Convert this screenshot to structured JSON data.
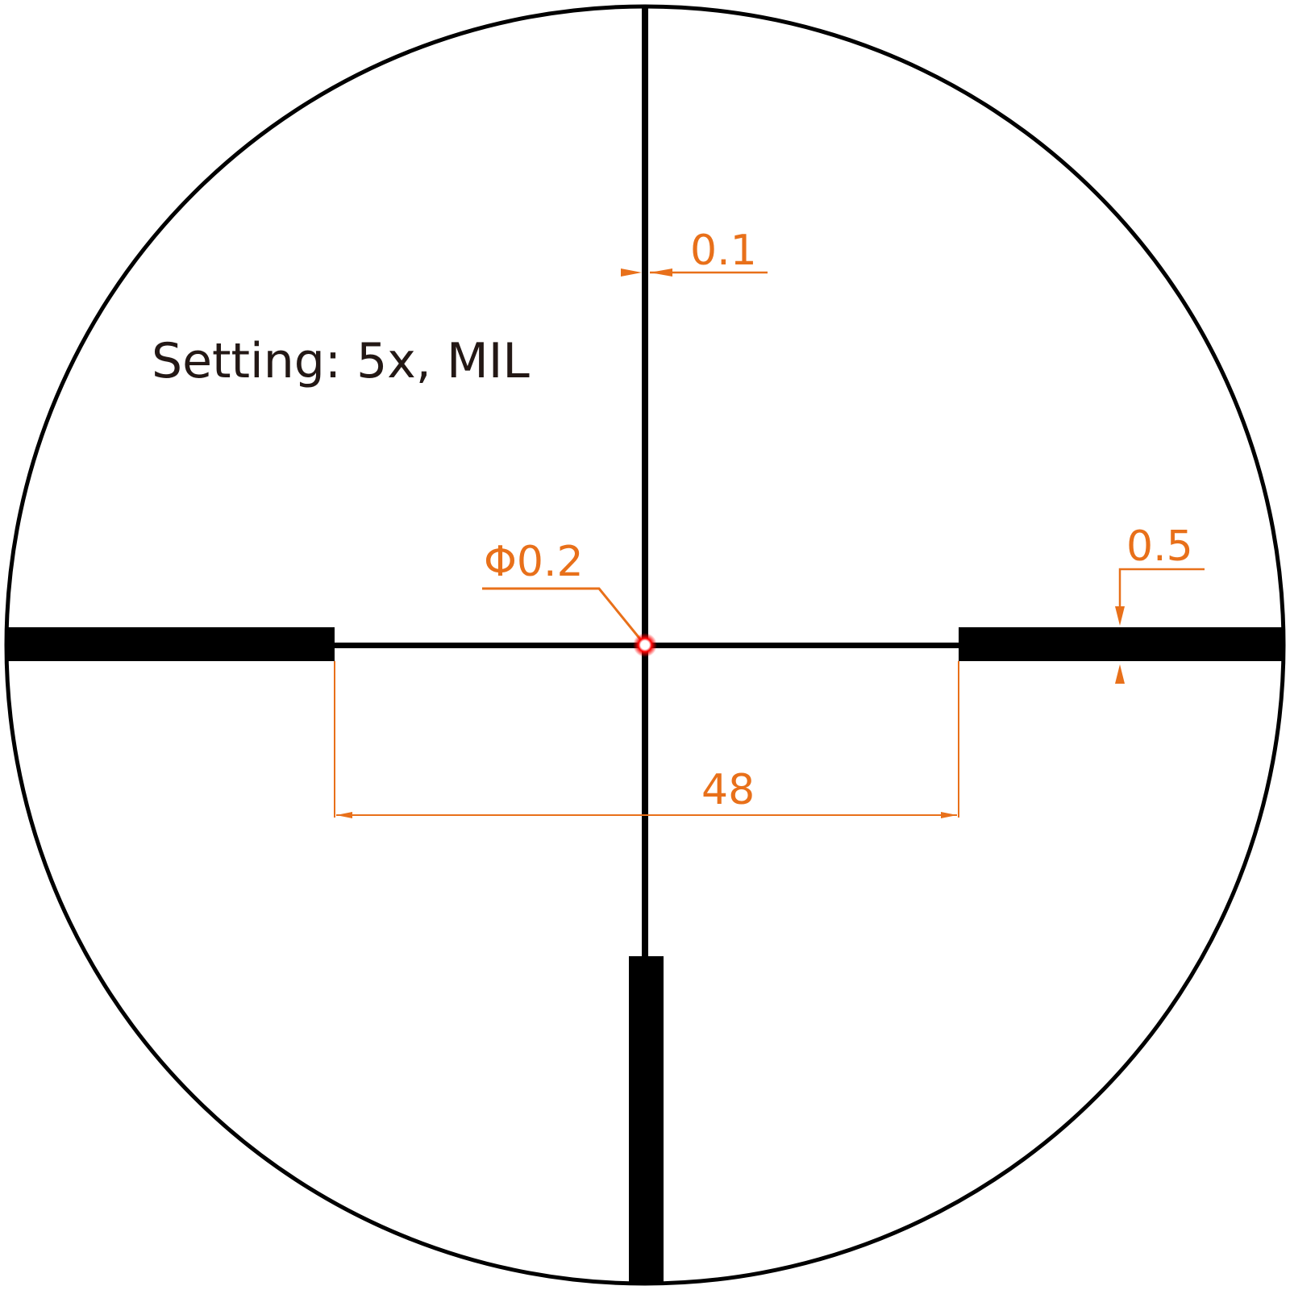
{
  "title": "Setting: 5x, MIL",
  "colors": {
    "reticle": "#000000",
    "dimension": "#e8701a",
    "dot": "#ff0000",
    "text": "#231815"
  },
  "dimensions": {
    "thin_line_width": "0.1",
    "center_dot": "Φ0.2",
    "thick_bar_width": "0.5",
    "gap_between_bars": "48"
  }
}
